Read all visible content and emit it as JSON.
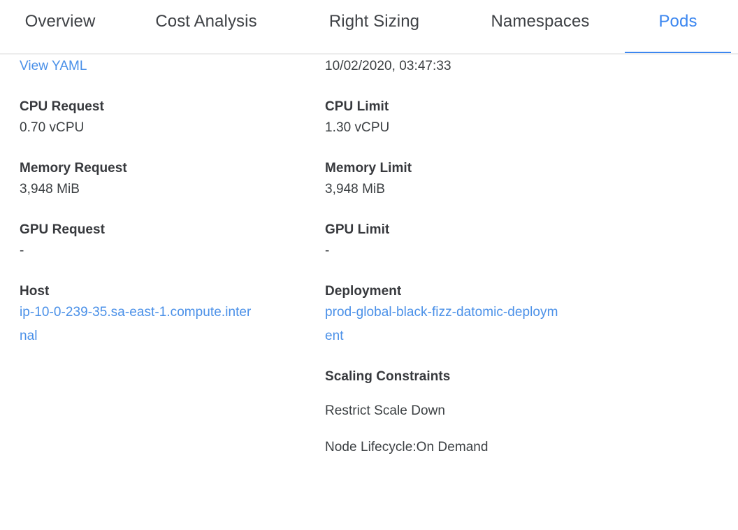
{
  "tabs": [
    {
      "id": "overview",
      "label": "Overview",
      "active": false
    },
    {
      "id": "cost-analysis",
      "label": "Cost Analysis",
      "active": false
    },
    {
      "id": "right-sizing",
      "label": "Right Sizing",
      "active": false
    },
    {
      "id": "namespaces",
      "label": "Namespaces",
      "active": false
    },
    {
      "id": "pods",
      "label": "Pods",
      "active": true
    }
  ],
  "colors": {
    "accent": "#3c87f0",
    "link": "#4a90e8",
    "text": "#3c4043",
    "label": "#37393d",
    "divider": "#ededed",
    "background": "#ffffff"
  },
  "details": {
    "view_yaml_link": "View YAML",
    "timestamp": "10/02/2020, 03:47:33",
    "cpu_request": {
      "label": "CPU Request",
      "value": "0.70 vCPU"
    },
    "cpu_limit": {
      "label": "CPU Limit",
      "value": "1.30 vCPU"
    },
    "memory_request": {
      "label": "Memory Request",
      "value": "3,948 MiB"
    },
    "memory_limit": {
      "label": "Memory Limit",
      "value": "3,948 MiB"
    },
    "gpu_request": {
      "label": "GPU Request",
      "value": "-"
    },
    "gpu_limit": {
      "label": "GPU Limit",
      "value": "-"
    },
    "host": {
      "label": "Host",
      "value": "ip-10-0-239-35.sa-east-1.compute.internal"
    },
    "deployment": {
      "label": "Deployment",
      "value": "prod-global-black-fizz-datomic-deployment"
    },
    "scaling_constraints": {
      "label": "Scaling Constraints",
      "lines": [
        "Restrict Scale Down",
        "Node Lifecycle:On Demand"
      ]
    }
  }
}
